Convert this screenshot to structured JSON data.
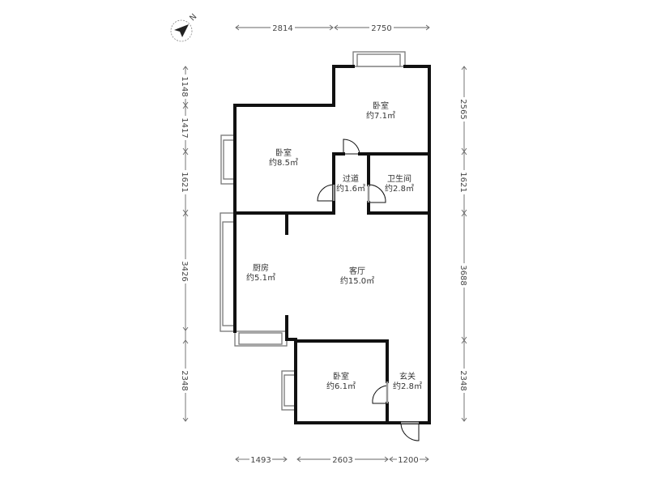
{
  "compass": {
    "label": "N",
    "icon": "north-arrow-icon"
  },
  "dimensions": {
    "top": [
      "2814",
      "2750"
    ],
    "left": [
      "1148",
      "1417",
      "1621",
      "3426",
      "2348"
    ],
    "right": [
      "2565",
      "1621",
      "3688",
      "2348"
    ],
    "bottom": [
      "1493",
      "2603",
      "1200"
    ]
  },
  "rooms": [
    {
      "id": "bedroom-north",
      "name": "卧室",
      "area": "约7.1㎡"
    },
    {
      "id": "bedroom-west",
      "name": "卧室",
      "area": "约8.5㎡"
    },
    {
      "id": "corridor",
      "name": "过道",
      "area": "约1.6㎡"
    },
    {
      "id": "bathroom",
      "name": "卫生间",
      "area": "约2.8㎡"
    },
    {
      "id": "kitchen",
      "name": "厨房",
      "area": "约5.1㎡"
    },
    {
      "id": "living-room",
      "name": "客厅",
      "area": "约15.0㎡"
    },
    {
      "id": "bedroom-south",
      "name": "卧室",
      "area": "约6.1㎡"
    },
    {
      "id": "entrance",
      "name": "玄关",
      "area": "约2.8㎡"
    }
  ]
}
